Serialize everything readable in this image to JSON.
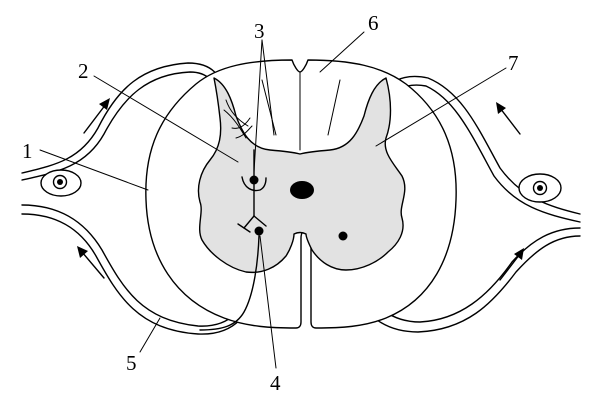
{
  "labels": [
    {
      "id": "1",
      "text": "1"
    },
    {
      "id": "2",
      "text": "2"
    },
    {
      "id": "3",
      "text": "3"
    },
    {
      "id": "4",
      "text": "4"
    },
    {
      "id": "5",
      "text": "5"
    },
    {
      "id": "6",
      "text": "6"
    },
    {
      "id": "7",
      "text": "7"
    }
  ],
  "colors": {
    "gray_matter": "#e2e2e2",
    "outline": "#000000",
    "background": "#ffffff"
  }
}
